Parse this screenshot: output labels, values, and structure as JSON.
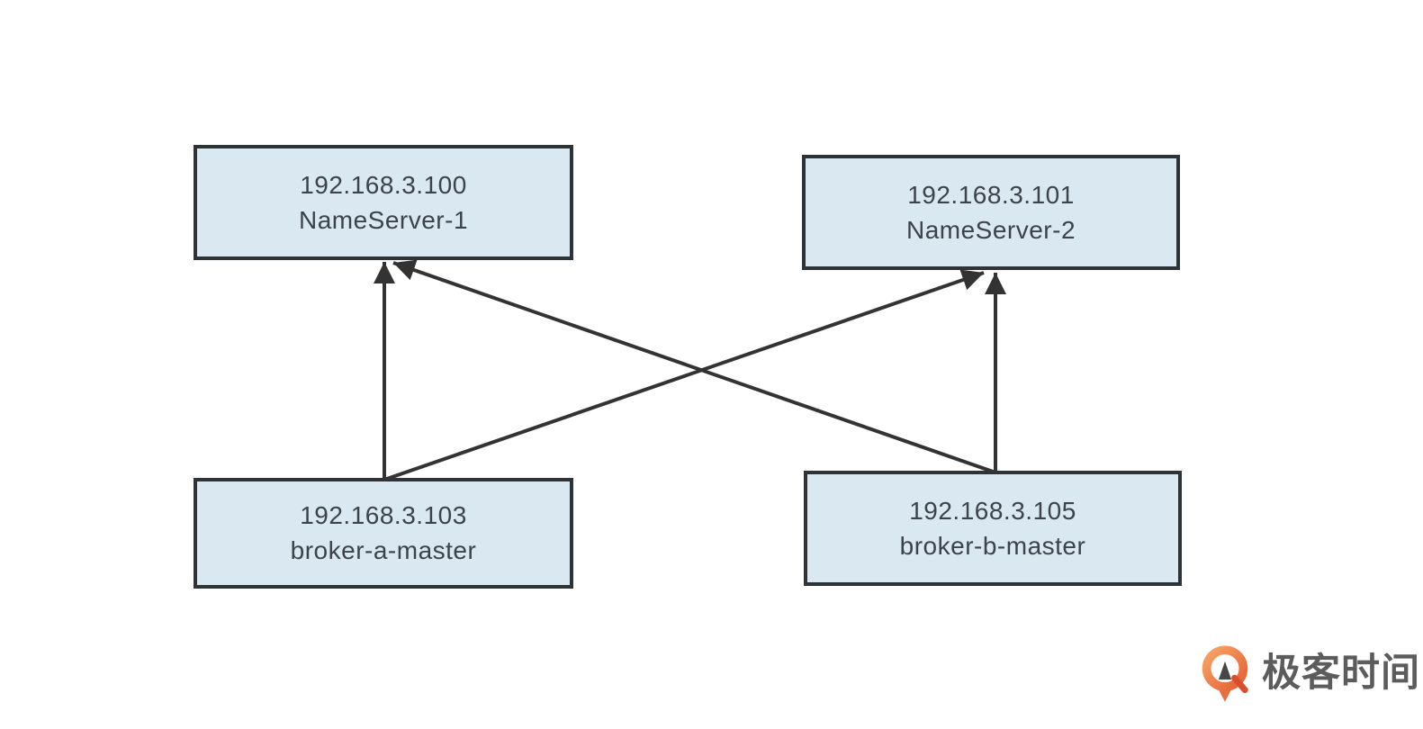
{
  "diagram": {
    "nodes": [
      {
        "id": "nameserver-1",
        "ip": "192.168.3.100",
        "name": "NameServer-1"
      },
      {
        "id": "nameserver-2",
        "ip": "192.168.3.101",
        "name": "NameServer-2"
      },
      {
        "id": "broker-a-master",
        "ip": "192.168.3.103",
        "name": "broker-a-master"
      },
      {
        "id": "broker-b-master",
        "ip": "192.168.3.105",
        "name": "broker-b-master"
      }
    ],
    "edges": [
      {
        "from": "broker-a-master",
        "to": "nameserver-1"
      },
      {
        "from": "broker-a-master",
        "to": "nameserver-2"
      },
      {
        "from": "broker-b-master",
        "to": "nameserver-1"
      },
      {
        "from": "broker-b-master",
        "to": "nameserver-2"
      }
    ],
    "colors": {
      "node_fill": "#d9e8f1",
      "node_border": "#2e3338",
      "arrow": "#333333",
      "node_text": "#3c434b"
    }
  },
  "watermark": {
    "label": "极客时间",
    "icon": "geektime-logo-icon",
    "brand_color": "#ed6c30",
    "label_color": "#5c5c5c"
  }
}
